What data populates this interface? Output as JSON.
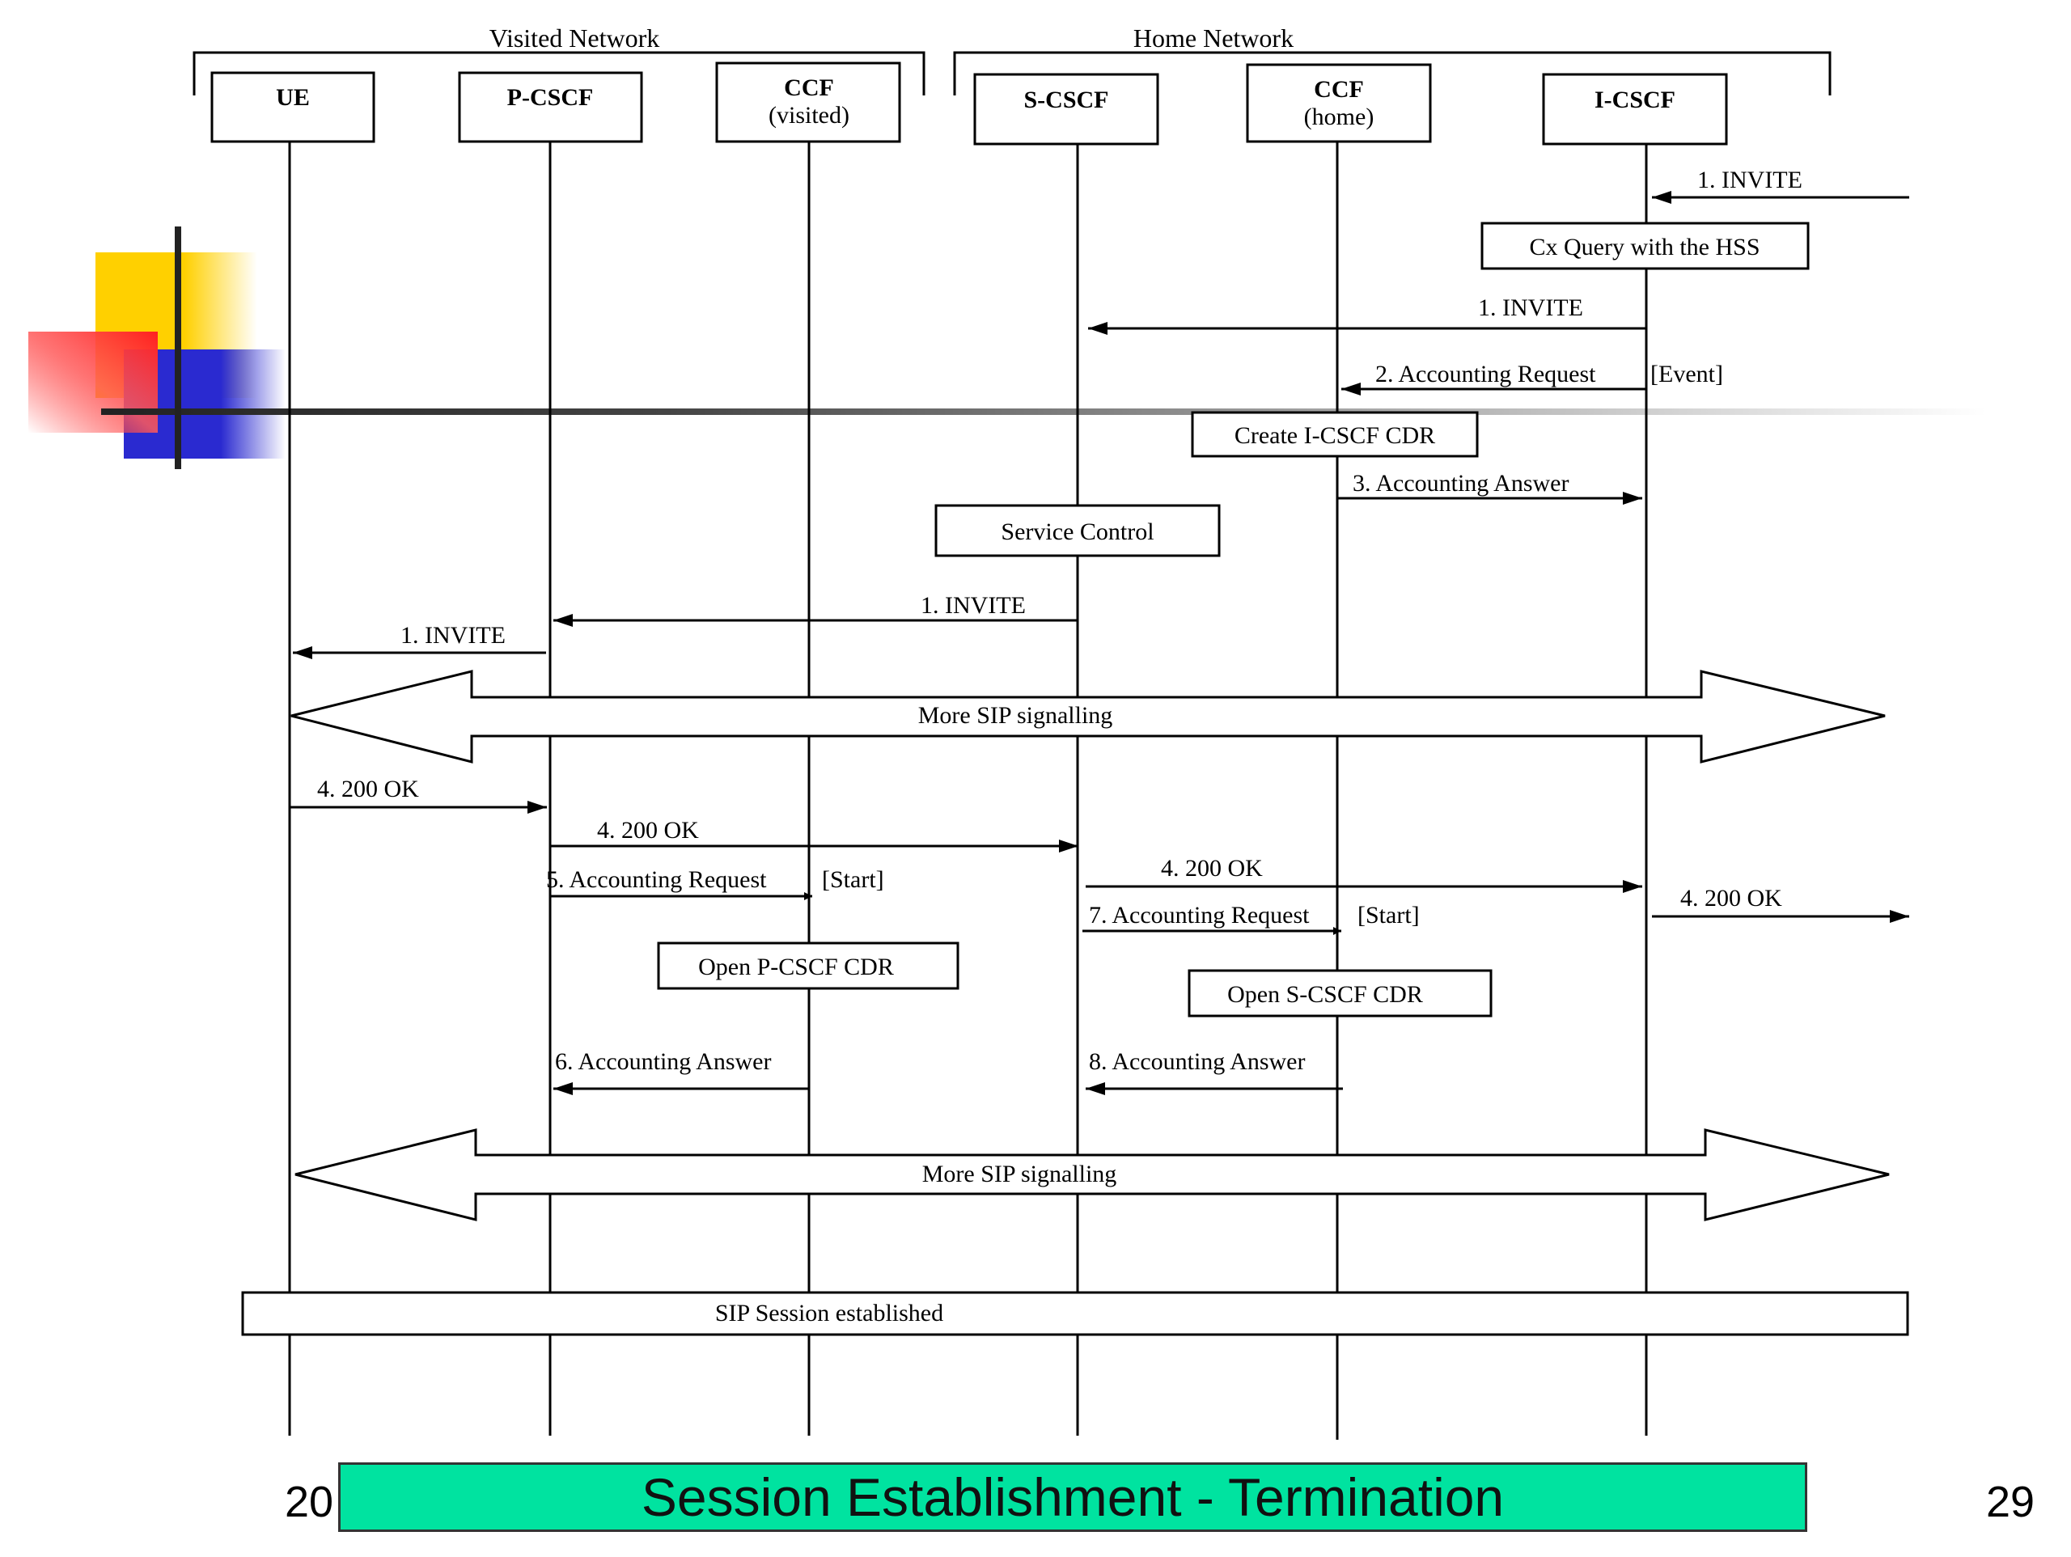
{
  "groups": {
    "visited": "Visited Network",
    "home": "Home Network"
  },
  "entities": {
    "ue": "UE",
    "pcscf": "P-CSCF",
    "ccf_visited": "CCF",
    "ccf_visited_sub": "(visited)",
    "scscf": "S-CSCF",
    "ccf_home": "CCF",
    "ccf_home_sub": "(home)",
    "icscf": "I-CSCF"
  },
  "messages": {
    "m1_in": "1. INVITE",
    "hss_query": "Cx Query with the HSS",
    "m1_icscf_scscf": "1. INVITE",
    "m2_acct_req": "2. Accounting Request",
    "m2_event": "[Event]",
    "create_icscf_cdr": "Create I-CSCF CDR",
    "m3_acct_ans": "3. Accounting Answer",
    "service_control": "Service Control",
    "m1_scscf_pcscf": "1. INVITE",
    "m1_pcscf_ue": "1. INVITE",
    "more_sip_1": "More SIP signalling",
    "m4_ue_pcscf": "4. 200 OK",
    "m4_pcscf_scscf": "4. 200 OK",
    "m5_acct_req": "5. Accounting Request",
    "m5_start": "[Start]",
    "m4_scscf_icscf": "4. 200 OK",
    "m4_out": "4. 200 OK",
    "m7_acct_req": "7. Accounting Request",
    "m7_start": "[Start]",
    "open_pcscf_cdr": "Open P-CSCF CDR",
    "open_scscf_cdr": "Open S-CSCF CDR",
    "m6_acct_ans": "6. Accounting Answer",
    "m8_acct_ans": "8. Accounting Answer",
    "more_sip_2": "More SIP signalling",
    "session_established": "SIP Session established"
  },
  "slide": {
    "title": "Session Establishment - Termination",
    "footer_left": "20",
    "page_number": "29"
  },
  "colors": {
    "title_bg": "#00e3a0",
    "deco_yellow": "#ffd000",
    "deco_red": "#ff2a2a",
    "deco_blue": "#2a2ad0"
  }
}
